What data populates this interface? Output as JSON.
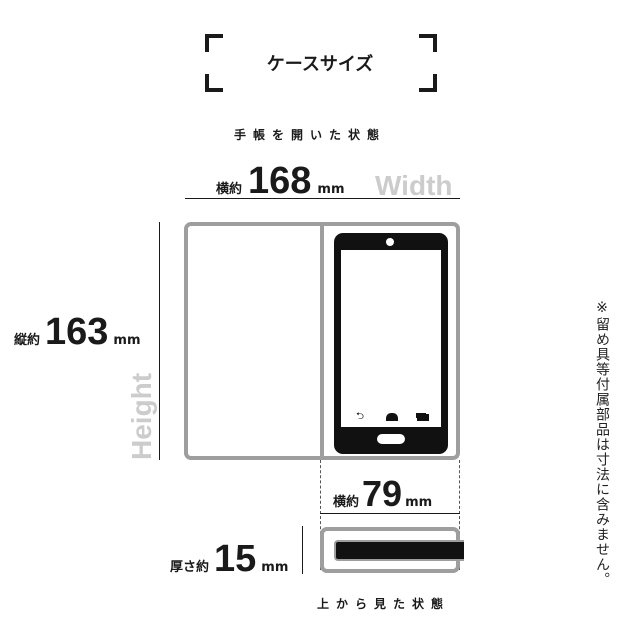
{
  "title": "ケースサイズ",
  "open_state_label": "手帳を開いた状態",
  "top_view_label": "上から見た状態",
  "width_total": {
    "prefix": "横約",
    "value": "168",
    "unit": "mm",
    "ghost_label": "Width"
  },
  "height": {
    "prefix": "縦約",
    "value": "163",
    "unit": "mm",
    "ghost_label": "Height"
  },
  "width_single": {
    "prefix": "横約",
    "value": "79",
    "unit": "mm"
  },
  "thickness": {
    "prefix": "厚さ約",
    "value": "15",
    "unit": "mm"
  },
  "note": "※留め具等付属部品は寸法に含みません。",
  "colors": {
    "outline": "#9e9e9e",
    "ink": "#1a1a1a",
    "ghost_text": "#cccccc"
  },
  "icons": {
    "back": "back-arrow-icon",
    "home": "home-icon",
    "recent": "recent-apps-icon"
  }
}
